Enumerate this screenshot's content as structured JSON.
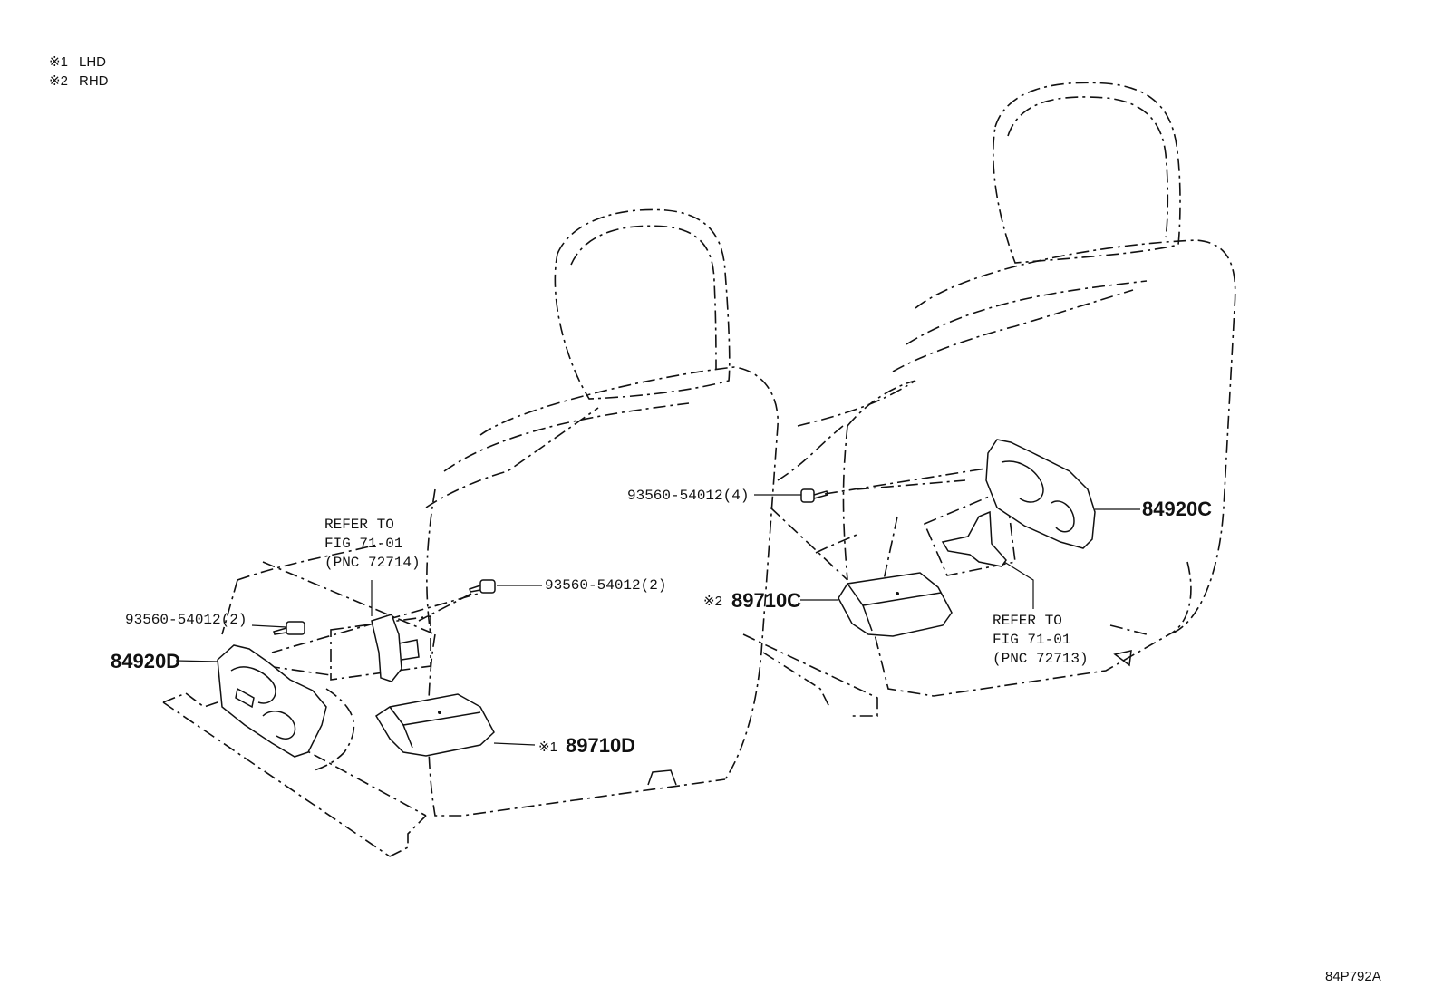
{
  "legend": [
    {
      "mark": "※1",
      "text": "LHD"
    },
    {
      "mark": "※2",
      "text": "RHD"
    }
  ],
  "labels": {
    "bolt_right_seat": "93560-54012(4)",
    "bolt_left_upper": "93560-54012(2)",
    "bolt_left_lower": "93560-54012(2)",
    "switch_left": "84920D",
    "switch_right": "84920C",
    "ecu_rhd_mark": "※2",
    "ecu_rhd": "89710C",
    "ecu_lhd_mark": "※1",
    "ecu_lhd": "89710D",
    "refer_left": [
      "REFER TO",
      "FIG 71-01",
      "(PNC 72714)"
    ],
    "refer_right": [
      "REFER TO",
      "FIG 71-01",
      "(PNC 72713)"
    ]
  },
  "figure_code": "84P792A"
}
